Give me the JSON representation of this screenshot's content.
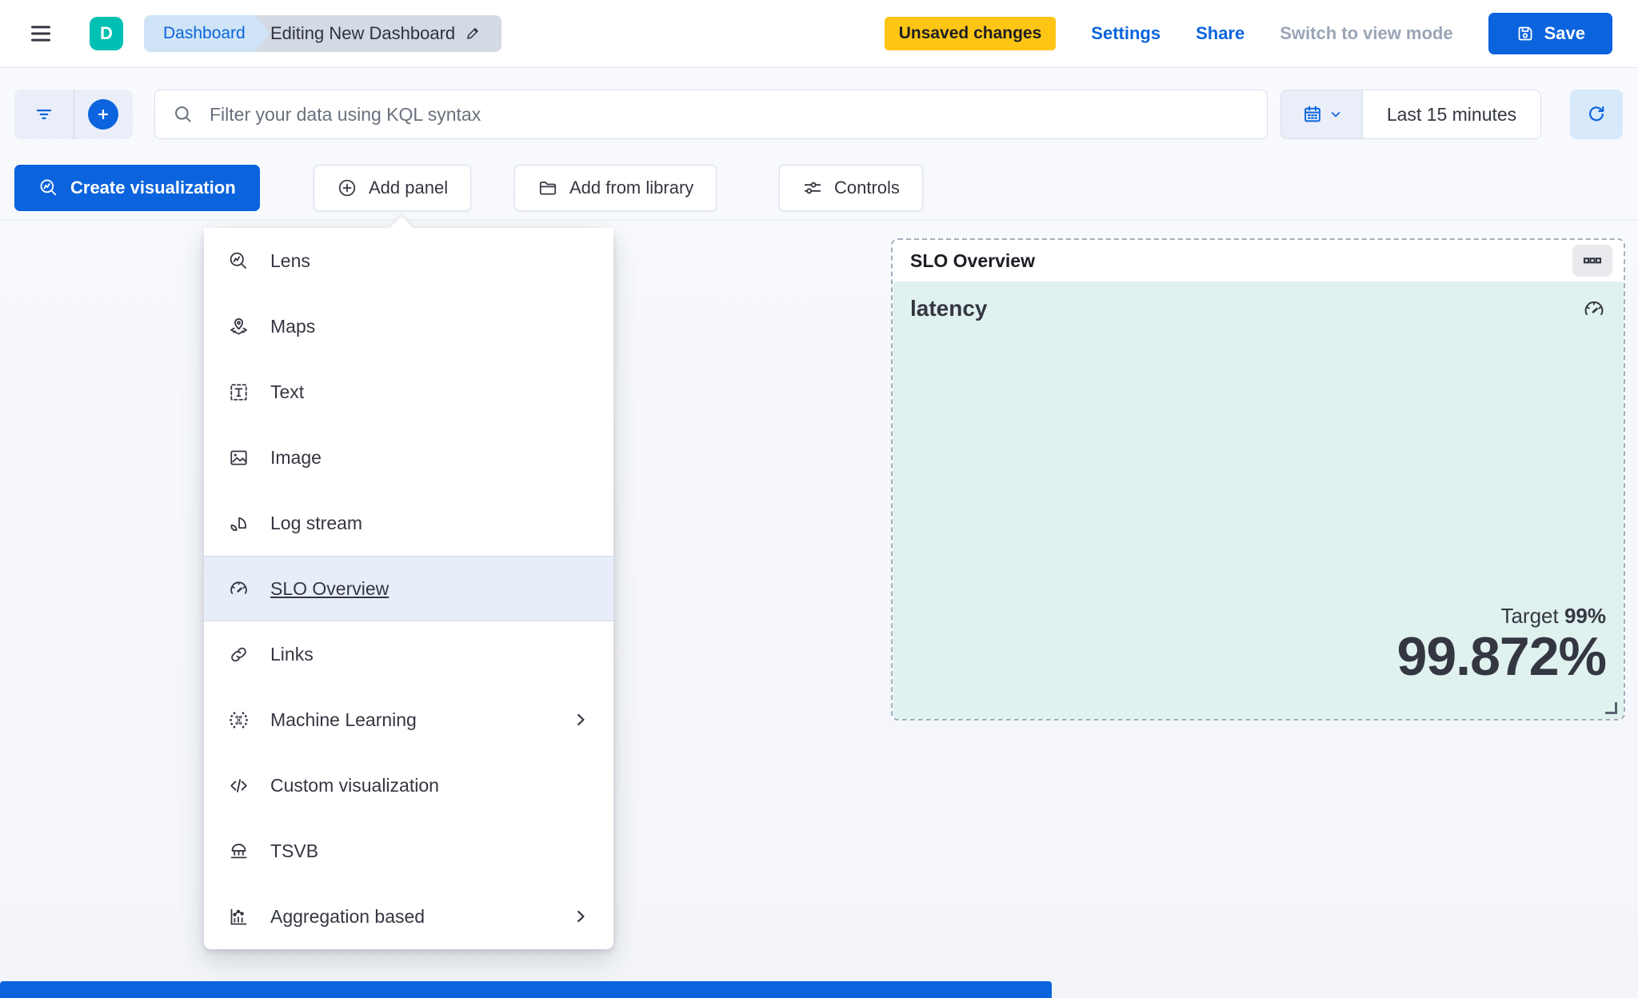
{
  "header": {
    "avatar_initial": "D",
    "breadcrumbs": {
      "root": "Dashboard",
      "current": "Editing New Dashboard"
    },
    "unsaved_badge": "Unsaved changes",
    "settings_link": "Settings",
    "share_link": "Share",
    "switch_view_link": "Switch to view mode",
    "save_label": "Save"
  },
  "query_bar": {
    "search_placeholder": "Filter your data using KQL syntax",
    "time_range": "Last 15 minutes"
  },
  "toolbar": {
    "create_visualization": "Create visualization",
    "add_panel": "Add panel",
    "add_from_library": "Add from library",
    "controls": "Controls"
  },
  "menu": {
    "items": [
      {
        "label": "Lens",
        "icon": "lens-icon"
      },
      {
        "label": "Maps",
        "icon": "maps-icon"
      },
      {
        "label": "Text",
        "icon": "text-icon"
      },
      {
        "label": "Image",
        "icon": "image-icon"
      },
      {
        "label": "Log stream",
        "icon": "log-stream-icon"
      },
      {
        "label": "SLO Overview",
        "icon": "gauge-icon",
        "highlighted": true
      },
      {
        "label": "Links",
        "icon": "link-icon"
      },
      {
        "label": "Machine Learning",
        "icon": "machine-learning-icon",
        "has_submenu": true
      },
      {
        "label": "Custom visualization",
        "icon": "code-icon"
      },
      {
        "label": "TSVB",
        "icon": "tsvb-icon"
      },
      {
        "label": "Aggregation based",
        "icon": "aggregation-icon",
        "has_submenu": true
      }
    ]
  },
  "panel": {
    "title": "SLO Overview",
    "slo_name": "latency",
    "target_label": "Target",
    "target_value": "99%",
    "observed_value": "99.872%"
  },
  "colors": {
    "primary": "#0B64DD",
    "avatar_teal": "#00BFB3",
    "warning_badge": "#FEC514",
    "panel_content_bg": "#E0F2EF",
    "menu_highlight_bg": "#E7EEF9"
  }
}
